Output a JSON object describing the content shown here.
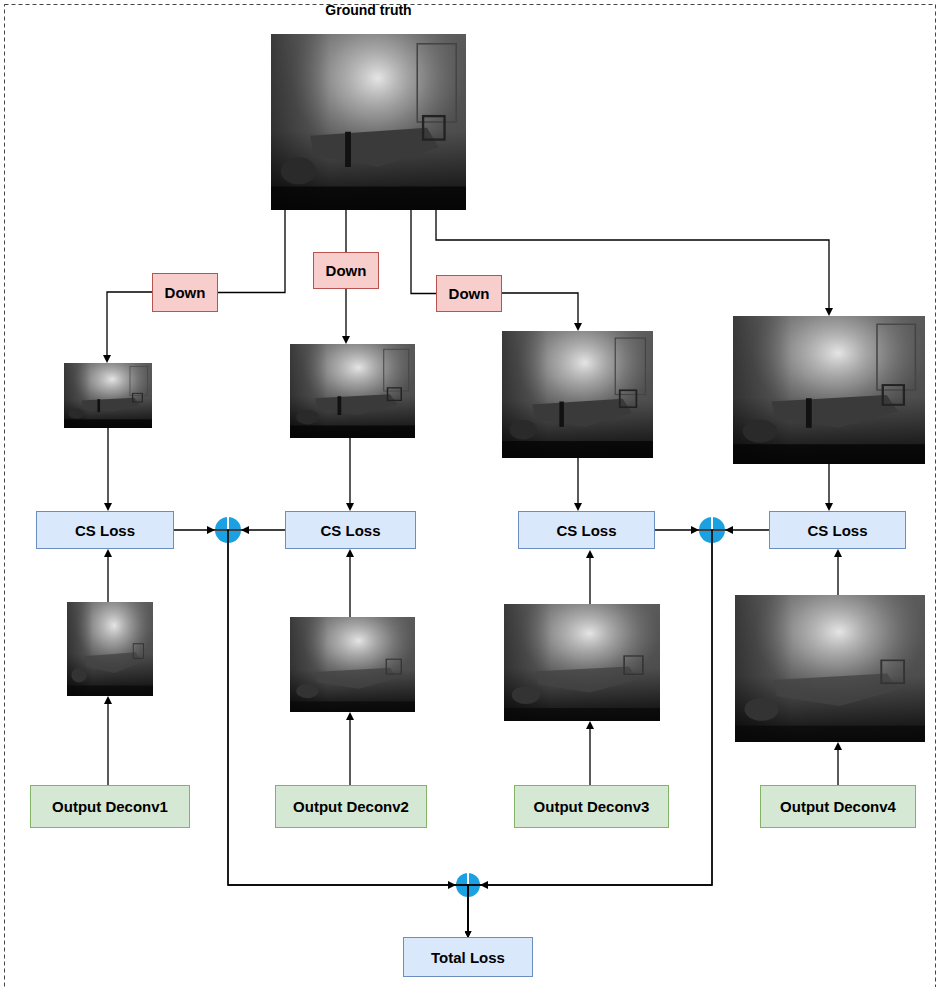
{
  "diagram": {
    "nodes": [
      {
        "text": [
          "Ground truth"
        ]
      },
      {
        "text": [
          "Down"
        ]
      },
      {
        "text": [
          "Down"
        ]
      },
      {
        "text": [
          "Down"
        ]
      },
      {
        "text": [
          "CS Loss"
        ]
      },
      {
        "text": [
          "CS Loss"
        ]
      },
      {
        "text": [
          "CS Loss"
        ]
      },
      {
        "text": [
          "CS Loss"
        ]
      },
      {
        "text": [
          "Output Deconv1"
        ]
      },
      {
        "text": [
          "Output Deconv2"
        ]
      },
      {
        "text": [
          "Output Deconv3"
        ]
      },
      {
        "text": [
          "Output Deconv4"
        ]
      },
      {
        "text": [
          "Total Loss"
        ]
      }
    ],
    "edges": [
      {
        "from": 0,
        "to": 1,
        "arrow": "none"
      },
      {
        "from": 0,
        "to": 2,
        "arrow": "none"
      },
      {
        "from": 0,
        "to": 3,
        "arrow": "none"
      },
      {
        "from": 4,
        "to": 12,
        "arrow": "to"
      },
      {
        "from": 5,
        "to": 12,
        "arrow": "to"
      },
      {
        "from": 6,
        "to": 12,
        "arrow": "to"
      },
      {
        "from": 7,
        "to": 12,
        "arrow": "to"
      }
    ]
  }
}
